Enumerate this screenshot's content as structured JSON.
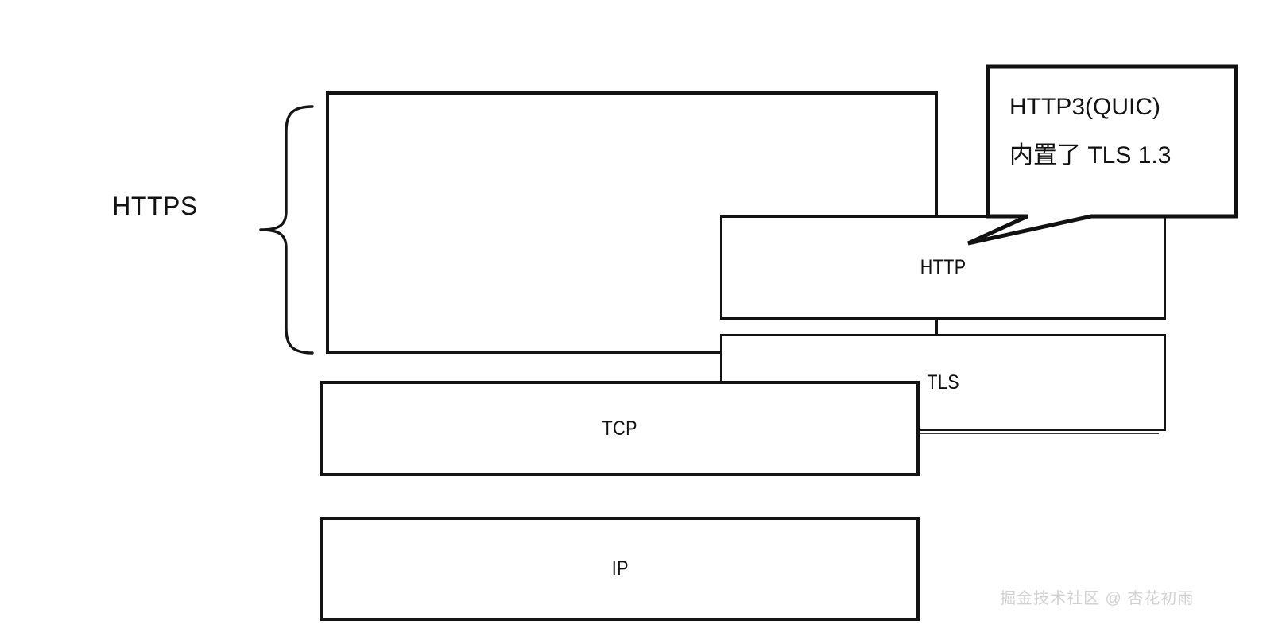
{
  "diagram": {
    "title": "HTTPS / TCP / IP protocol stack",
    "stroke_color": "#131313",
    "background_color": "#ffffff",
    "group_label": "HTTPS",
    "layers": [
      {
        "id": "http",
        "label": "HTTP"
      },
      {
        "id": "tls",
        "label": "TLS"
      },
      {
        "id": "tcp",
        "label": "TCP"
      },
      {
        "id": "ip",
        "label": "IP"
      }
    ]
  },
  "callout": {
    "line1": "HTTP3(QUIC)",
    "line2": "内置了 TLS 1.3",
    "tail_direction": "down-left"
  },
  "watermark": {
    "text": "掘金技术社区 @ 杏花初雨",
    "color": "#d2d2d2"
  }
}
